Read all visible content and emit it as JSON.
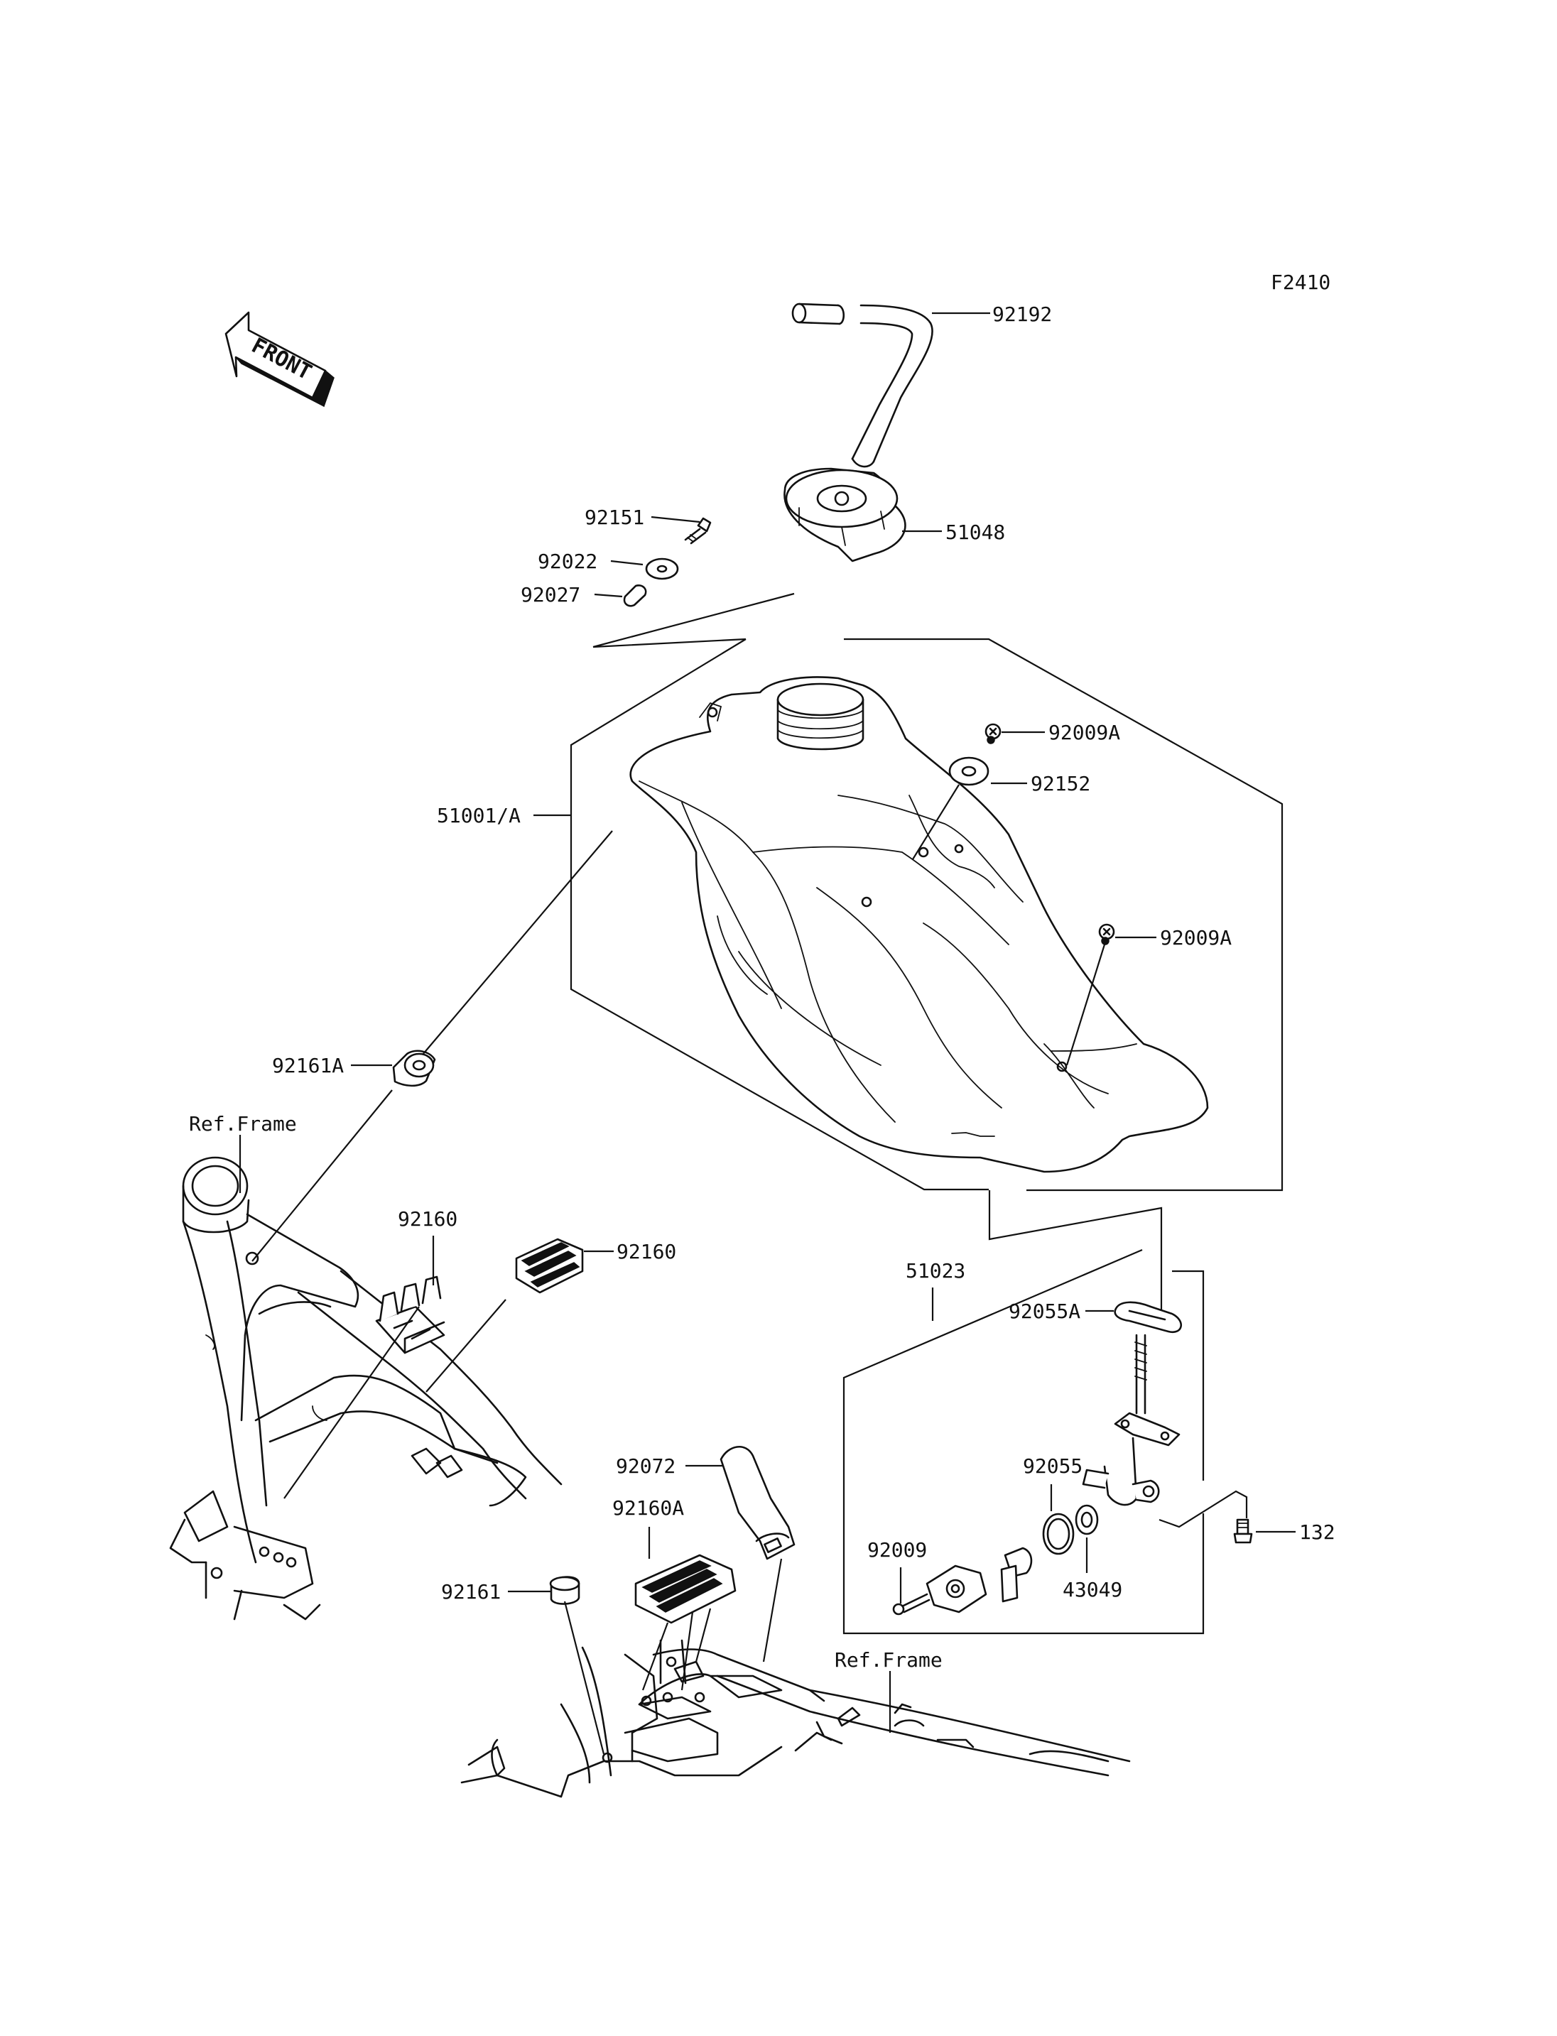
{
  "figure_id": "F2410",
  "front_arrow_text": "FRONT",
  "ref_labels": [
    "Ref.Frame",
    "Ref.Frame"
  ],
  "callouts": [
    {
      "key": "92192",
      "text": "92192"
    },
    {
      "key": "51048",
      "text": "51048"
    },
    {
      "key": "92151",
      "text": "92151"
    },
    {
      "key": "92022",
      "text": "92022"
    },
    {
      "key": "92027",
      "text": "92027"
    },
    {
      "key": "92009A_top",
      "text": "92009A"
    },
    {
      "key": "92152",
      "text": "92152"
    },
    {
      "key": "51001A",
      "text": "51001/A"
    },
    {
      "key": "92009A_mid",
      "text": "92009A"
    },
    {
      "key": "92161A",
      "text": "92161A"
    },
    {
      "key": "92160_left",
      "text": "92160"
    },
    {
      "key": "92160_right",
      "text": "92160"
    },
    {
      "key": "51023",
      "text": "51023"
    },
    {
      "key": "92055A",
      "text": "92055A"
    },
    {
      "key": "92072",
      "text": "92072"
    },
    {
      "key": "92055",
      "text": "92055"
    },
    {
      "key": "92160A",
      "text": "92160A"
    },
    {
      "key": "132",
      "text": "132"
    },
    {
      "key": "92009",
      "text": "92009"
    },
    {
      "key": "43049",
      "text": "43049"
    },
    {
      "key": "92161",
      "text": "92161"
    }
  ]
}
